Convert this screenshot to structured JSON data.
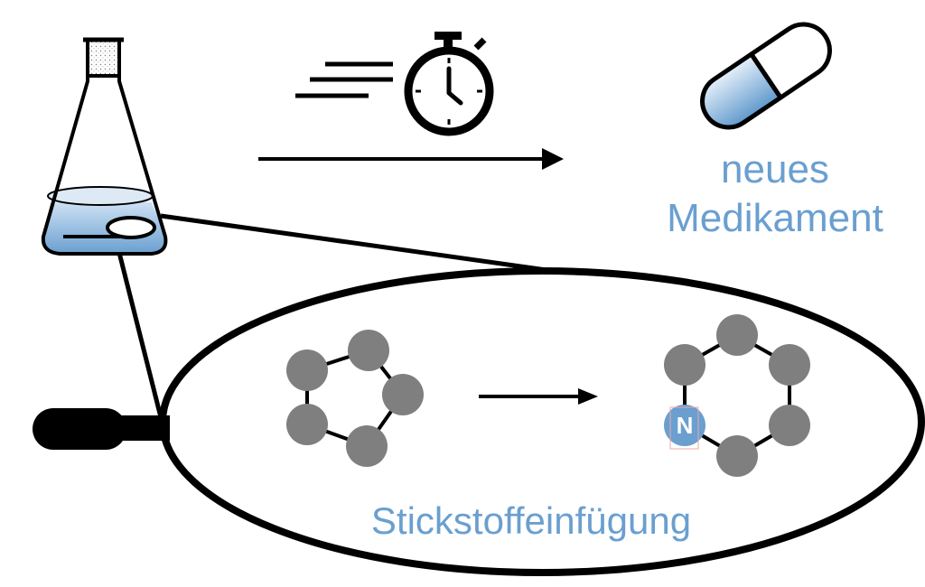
{
  "labels": {
    "product_line1": "neues",
    "product_line2": "Medikament",
    "reaction": "Stickstoffeinfügung",
    "nitrogen_atom": "N"
  },
  "colors": {
    "accent_blue": "#6a9fd0",
    "atom_gray": "#7f7f7f",
    "line": "#000000"
  },
  "icons": [
    "flask-icon",
    "stopwatch-icon",
    "speed-lines-icon",
    "capsule-icon",
    "magnifier-icon"
  ]
}
